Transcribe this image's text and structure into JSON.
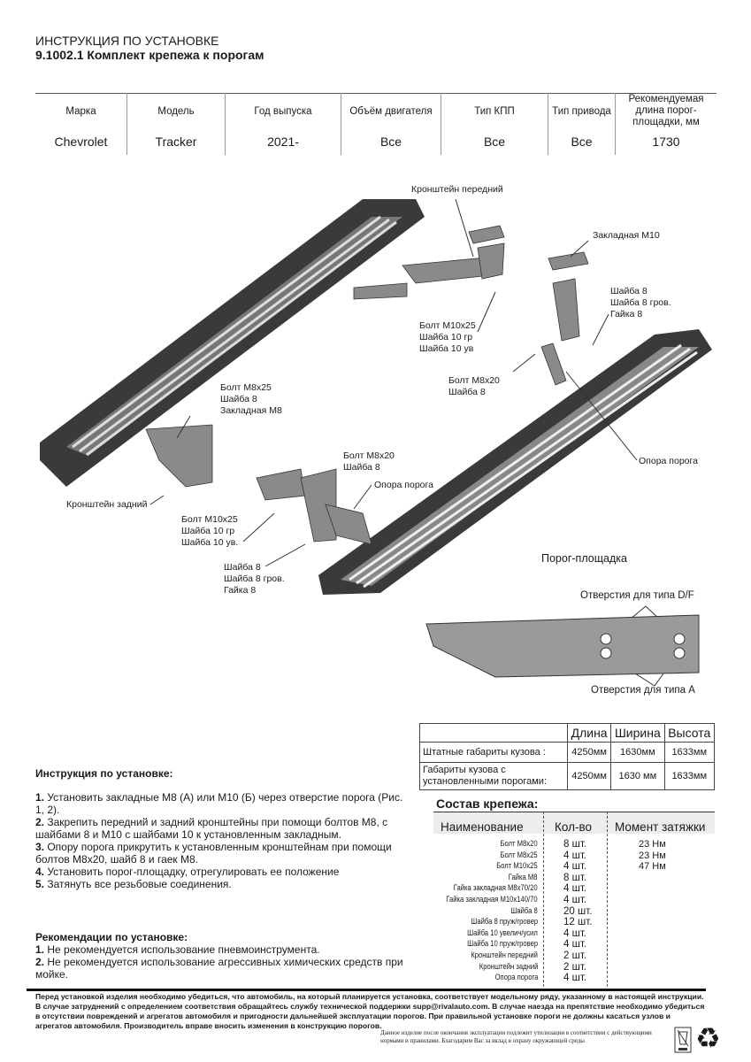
{
  "header": {
    "title": "ИНСТРУКЦИЯ ПО УСТАНОВКЕ",
    "subtitle": "9.1002.1 Комплект крепежа к порогам"
  },
  "spec_table": {
    "headers": [
      "Марка",
      "Модель",
      "Год выпуска",
      "Объём двигателя",
      "Тип КПП",
      "Тип привода",
      "Рекомендуемая длина порог-площадки, мм"
    ],
    "values": [
      "Chevrolet",
      "Tracker",
      "2021-",
      "Все",
      "Все",
      "Все",
      "1730"
    ]
  },
  "diagram_labels": {
    "front_bracket": "Кронштейн передний",
    "insert_m10": "Закладная М10",
    "w8_a": "Шайба 8",
    "w8g_a": "Шайба 8 гров.",
    "nut8_a": "Гайка 8",
    "bolt_m10_a": "Болт М10x25",
    "w10gr_a": "Шайба 10 гр",
    "w10uv_a": "Шайба 10 ув",
    "bolt_m8x20_a": "Болт М8x20",
    "w8_b": "Шайба 8",
    "bolt_m8x25": "Болт М8x25",
    "w8_c": "Шайба 8",
    "insert_m8": "Закладная М8",
    "support_a": "Опора порога",
    "bolt_m8x20_b": "Болт М8x20",
    "w8_d": "Шайба 8",
    "support_b": "Опора порога",
    "rear_bracket": "Кронштейн задний",
    "bolt_m10_b": "Болт М10x25",
    "w10gr_b": "Шайба 10 гр",
    "w10uv_b": "Шайба 10 ув.",
    "step": "Порог-площадка",
    "w8_e": "Шайба 8",
    "w8g_e": "Шайба 8 гров.",
    "nut8_e": "Гайка 8",
    "holes_df": "Отверстия для типа D/F",
    "holes_a": "Отверстия для типа A"
  },
  "dims": {
    "headers": [
      "Длина",
      "Ширина",
      "Высота"
    ],
    "rows": [
      {
        "label": "Штатные габариты кузова :",
        "values": [
          "4250мм",
          "1630мм",
          "1633мм"
        ]
      },
      {
        "label": "Габариты кузова с установленными порогами:",
        "values": [
          "4250мм",
          "1630 мм",
          "1633мм"
        ]
      }
    ]
  },
  "instructions": {
    "title": "Инструкция по установке:",
    "items": [
      {
        "n": "1.",
        "t": " Установить закладные М8 (А) или М10 (Б) через отверстие порога (Рис. 1, 2)."
      },
      {
        "n": "2.",
        "t": " Закрепить передний и задний кронштейны при помощи болтов М8, с шайбами 8 и М10 с шайбами 10 к установленным закладным."
      },
      {
        "n": "3.",
        "t": " Опору порога прикрутить к установленным кронштейнам при помощи болтов М8x20, шайб 8 и гаек М8."
      },
      {
        "n": "4.",
        "t": " Установить порог-площадку, отрегулировать ее положение"
      },
      {
        "n": "5.",
        "t": " Затянуть все резьбовые соединения."
      }
    ]
  },
  "recommendations": {
    "title": "Рекомендации по установке:",
    "items": [
      {
        "n": "1.",
        "t": " Не рекомендуется использование пневмоинструмента."
      },
      {
        "n": "2.",
        "t": " Не рекомендуется использование агрессивных химических средств при мойке."
      }
    ]
  },
  "fasteners": {
    "title": "Состав крепежа:",
    "headers": [
      "Наименование",
      "Кол-во",
      "Момент затяжки"
    ],
    "rows": [
      [
        "Болт М8x20",
        "8 шт.",
        "23 Нм"
      ],
      [
        "Болт М8x25",
        "4 шт.",
        "23 Нм"
      ],
      [
        "Болт М10x25",
        "4 шт.",
        "47 Нм"
      ],
      [
        "Гайка М8",
        "8 шт.",
        ""
      ],
      [
        "Гайка закладная М8x70/20",
        "4 шт.",
        ""
      ],
      [
        "Гайка закладная М10x140/70",
        "4 шт.",
        ""
      ],
      [
        "Шайба 8",
        "20 шт.",
        ""
      ],
      [
        "Шайба 8 пруж/гровер",
        "12 шт.",
        ""
      ],
      [
        "Шайба 10 увелич/усил",
        "4 шт.",
        ""
      ],
      [
        "Шайба 10 пруж/гровер",
        "4 шт.",
        ""
      ],
      [
        "Кронштейн передний",
        "2 шт.",
        ""
      ],
      [
        "Кронштейн задний",
        "2 шт.",
        ""
      ],
      [
        "Опора порога",
        "4 шт.",
        ""
      ]
    ]
  },
  "footer": {
    "notice": "Перед установкой изделия необходимо убедиться, что автомобиль, на который планируется установка, соответствует модельному ряду, указанному в настоящей инструкции. В случае затруднений с определением соответствия обращайтесь службу технической поддержки supp@rivalauto.com. В случае наезда на препятствие необходимо убедиться в отсутствии повреждений и агрегатов автомобиля и пригодности дальнейшей эксплуатации порогов. При правильной установке пороги не должны касаться узлов и агрегатов автомобиля. Производитель вправе вносить изменения в конструкцию порогов.",
    "disposal": "Данное изделие после окончания эксплуатации подлежит утилизации в соответствии с действующими нормами и правилами. Благодарим Вас за вклад в охрану окружающей среды"
  }
}
